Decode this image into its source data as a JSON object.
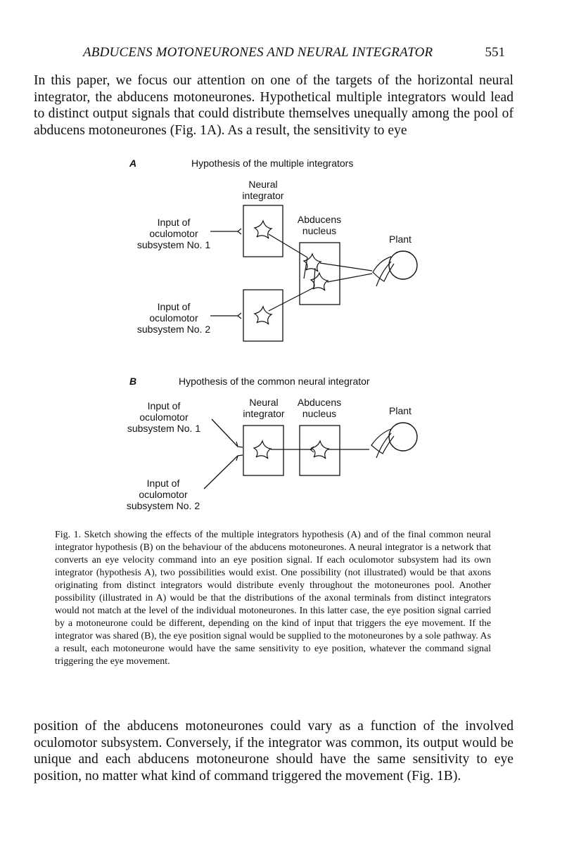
{
  "header": {
    "running_title": "ABDUCENS MOTONEURONES AND NEURAL INTEGRATOR",
    "page_number": "551"
  },
  "paragraph_top": "In this paper, we focus our attention on one of the targets of the horizontal neural integrator, the abducens motoneurones. Hypothetical multiple integrators would lead to distinct output signals that could distribute themselves unequally among the pool of abducens motoneurones (Fig. 1A). As a result, the sensitivity to eye",
  "figure": {
    "panel_a": {
      "letter": "A",
      "title": "Hypothesis of the multiple integrators",
      "neural_integrator_label": [
        "Neural",
        "integrator"
      ],
      "abducens_label": [
        "Abducens",
        "nucleus"
      ],
      "plant_label": "Plant",
      "input1_label": [
        "Input of",
        "oculomotor",
        "subsystem No. 1"
      ],
      "input2_label": [
        "Input of",
        "oculomotor",
        "subsystem No. 2"
      ]
    },
    "panel_b": {
      "letter": "B",
      "title": "Hypothesis of the common neural integrator",
      "neural_integrator_label": [
        "Neural",
        "integrator"
      ],
      "abducens_label": [
        "Abducens",
        "nucleus"
      ],
      "plant_label": "Plant",
      "input1_label": [
        "Input of",
        "oculomotor",
        "subsystem No. 1"
      ],
      "input2_label": [
        "Input of",
        "oculomotor",
        "subsystem No. 2"
      ]
    }
  },
  "caption": "Fig. 1. Sketch showing the effects of the multiple integrators hypothesis (A) and of the final common neural integrator hypothesis (B) on the behaviour of the abducens motoneurones. A neural integrator is a network that converts an eye velocity command into an eye position signal. If each oculomotor subsystem had its own integrator (hypothesis A), two possibilities would exist. One possibility (not illustrated) would be that axons originating from distinct integrators would distribute evenly throughout the motoneurones pool. Another possibility (illustrated in A) would be that the distributions of the axonal terminals from distinct integrators would not match at the level of the individual motoneurones. In this latter case, the eye position signal carried by a motoneurone could be different, depending on the kind of input that triggers the eye movement. If the integrator was shared (B), the eye position signal would be supplied to the motoneurones by a sole pathway. As a result, each motoneurone would have the same sensitivity to eye position, whatever the command signal triggering the eye movement.",
  "paragraph_bottom": "position of the abducens motoneurones could vary as a function of the involved oculomotor subsystem. Conversely, if the integrator was common, its output would be unique and each abducens motoneurone should have the same sensitivity to eye position, no matter what kind of command triggered the movement (Fig. 1B)."
}
